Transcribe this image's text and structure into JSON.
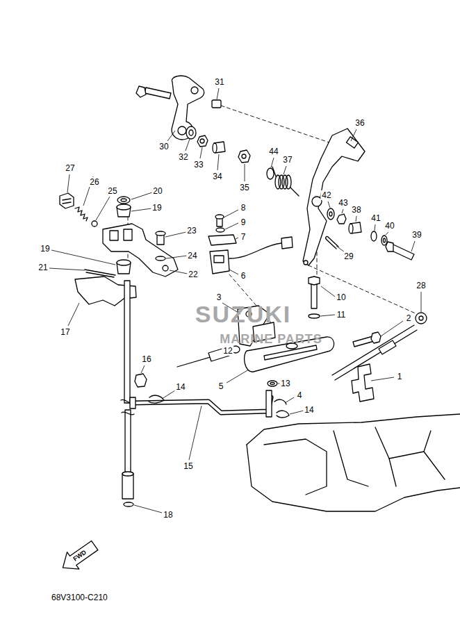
{
  "diagram": {
    "labels": [
      "31",
      "36",
      "30",
      "44",
      "32",
      "37",
      "33",
      "27",
      "34",
      "26",
      "35",
      "25",
      "20",
      "42",
      "43",
      "19",
      "8",
      "38",
      "41",
      "9",
      "40",
      "23",
      "39",
      "7",
      "19",
      "24",
      "29",
      "21",
      "22",
      "6",
      "28",
      "3",
      "10",
      "SUZUKI",
      "11",
      "2",
      "17",
      "MARINE PARTS",
      "12",
      "16",
      "1",
      "13",
      "5",
      "14",
      "4",
      "14",
      "15",
      "18",
      "FWD",
      "68V3100-C210"
    ]
  }
}
